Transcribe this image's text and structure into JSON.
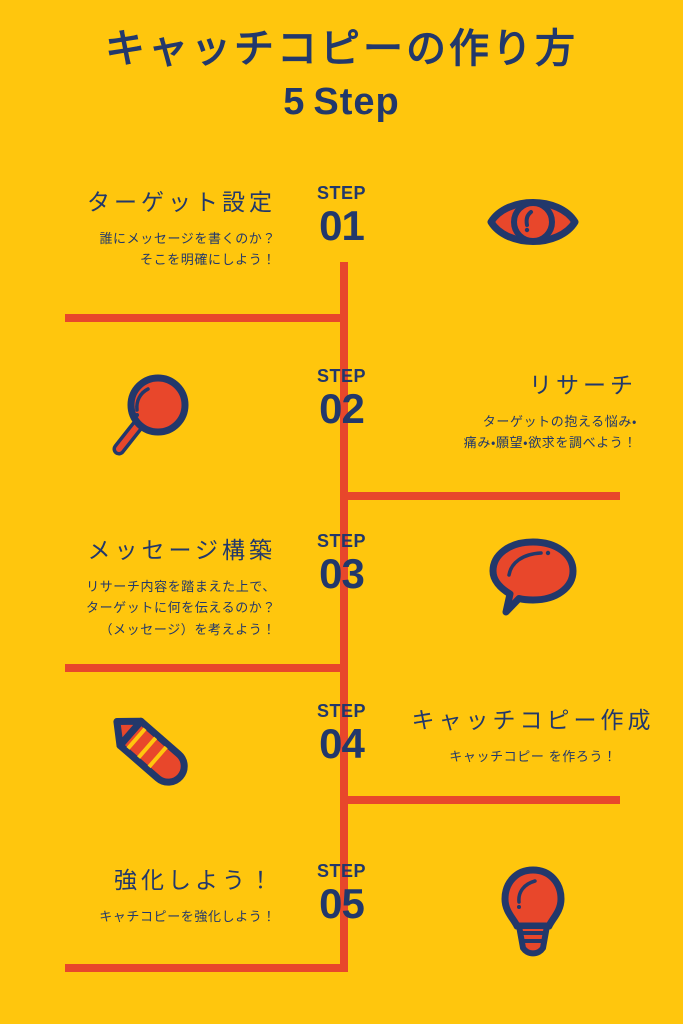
{
  "colors": {
    "background": "#FFC60D",
    "navy": "#22386B",
    "accent": "#E8472B"
  },
  "title": {
    "main": "キャッチコピーの作り方",
    "number": "5",
    "word": "Step"
  },
  "steps": [
    {
      "label": "STEP",
      "number": "01",
      "heading": "ターゲット設定",
      "description": "誰にメッセージを書くのか？\nそこを明確にしよう！",
      "text_side": "left",
      "icon_side": "right",
      "icon": "eye-icon"
    },
    {
      "label": "STEP",
      "number": "02",
      "heading": "リサーチ",
      "description": "ターゲットの抱える悩み・\n痛み・願望・欲求を調べよう！",
      "text_side": "right",
      "icon_side": "left",
      "icon": "magnifier-icon"
    },
    {
      "label": "STEP",
      "number": "03",
      "heading": "メッセージ構築",
      "description": "リサーチ内容を踏まえた上で、\nターゲットに何を伝えるのか？\n（メッセージ）を考えよう！",
      "text_side": "left",
      "icon_side": "right",
      "icon": "speech-bubble-icon"
    },
    {
      "label": "STEP",
      "number": "04",
      "heading": "キャッチコピー作成",
      "description": "キャッチコピー を作ろう！",
      "text_side": "right",
      "icon_side": "left",
      "icon": "pencil-icon"
    },
    {
      "label": "STEP",
      "number": "05",
      "heading": "強化しよう！",
      "description": "キャチコピーを強化しよう！",
      "text_side": "left",
      "icon_side": "right",
      "icon": "lightbulb-icon"
    }
  ]
}
